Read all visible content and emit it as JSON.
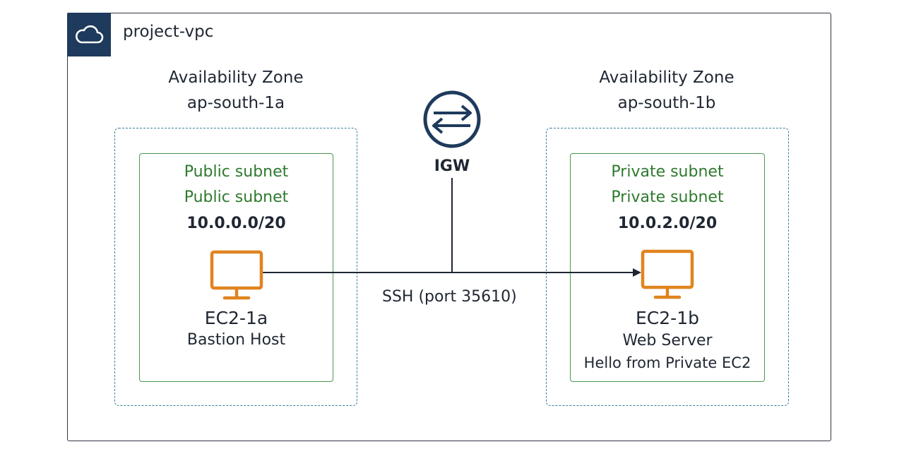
{
  "vpc": {
    "title": "project-vpc",
    "icon": "cloud-icon"
  },
  "zones": [
    {
      "label_line1": "Availability Zone",
      "label_line2": "ap-south-1a",
      "subnet": {
        "type_line1": "Public subnet",
        "type_line2": "Public subnet",
        "cidr": "10.0.0.0/20"
      },
      "instance": {
        "name": "EC2-1a",
        "role": "Bastion Host",
        "icon": "monitor-icon"
      }
    },
    {
      "label_line1": "Availability Zone",
      "label_line2": "ap-south-1b",
      "subnet": {
        "type_line1": "Private subnet",
        "type_line2": "Private subnet",
        "cidr": "10.0.2.0/20"
      },
      "instance": {
        "name": "EC2-1b",
        "role": "Web Server",
        "note": "Hello from Private EC2",
        "icon": "monitor-icon"
      }
    }
  ],
  "igw": {
    "label": "IGW",
    "icon": "router-icon"
  },
  "connection": {
    "label": "SSH (port 35610)"
  },
  "colors": {
    "badge": "#1e3a5c",
    "zone_border": "#3a7f9e",
    "subnet_border": "#4b9a4b",
    "subnet_text": "#2e7a2e",
    "instance": "#e0841f",
    "line": "#1f2733"
  }
}
